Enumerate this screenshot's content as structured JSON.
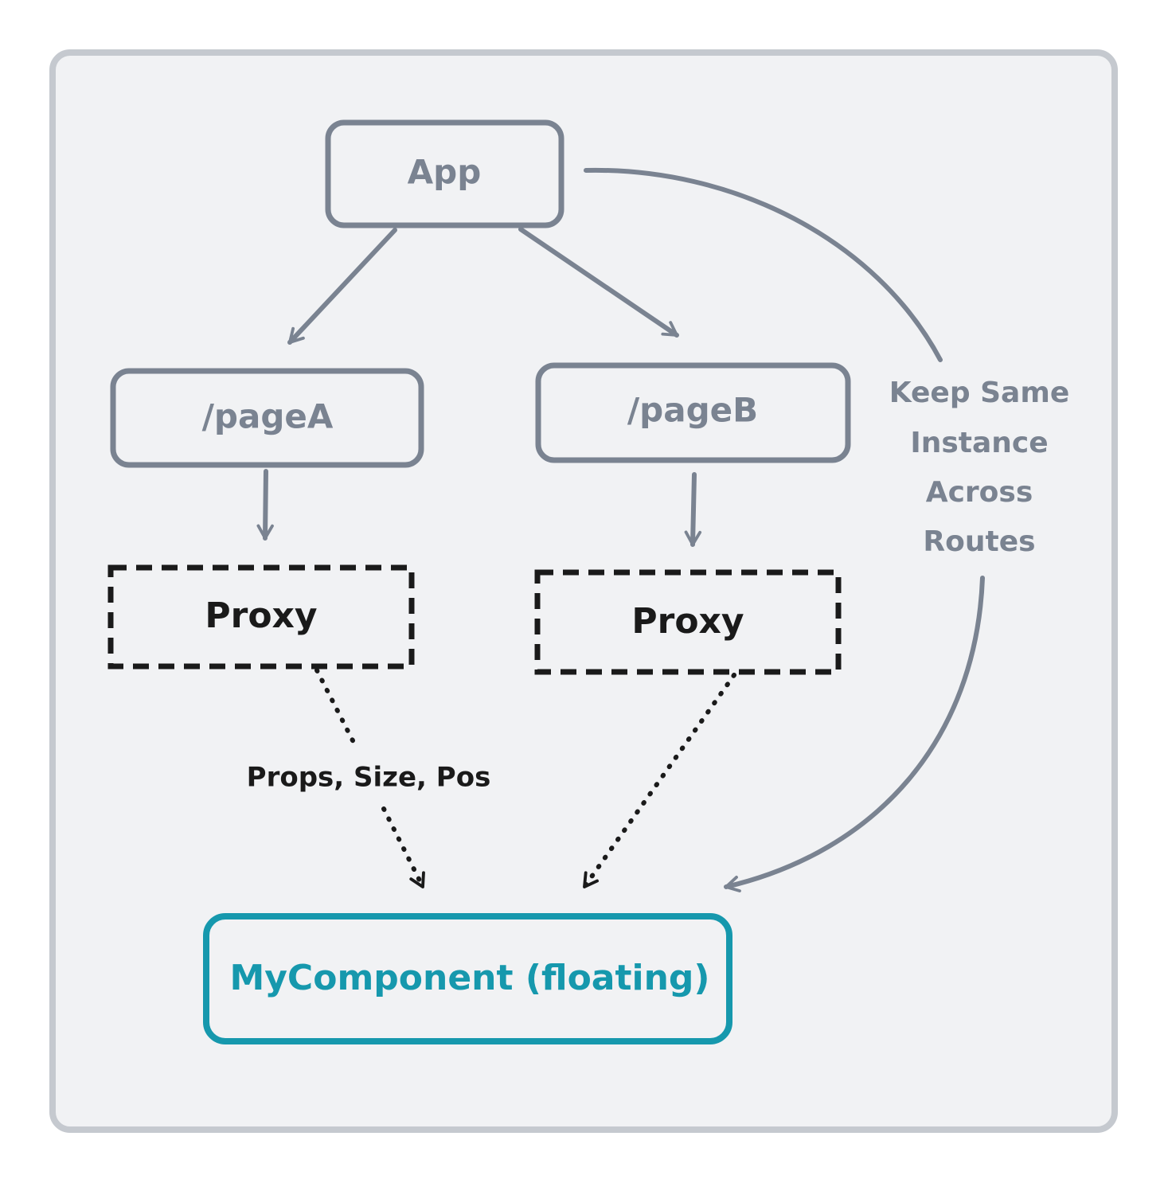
{
  "nodes": {
    "app": "App",
    "page_a": "/pageA",
    "page_b": "/pageB",
    "proxy_a": "Proxy",
    "proxy_b": "Proxy",
    "component": "MyComponent (floating)"
  },
  "edge_labels": {
    "props": "Props, Size, Pos",
    "keep_line1": "Keep Same",
    "keep_line2": "Instance",
    "keep_line3": "Across",
    "keep_line4": "Routes"
  },
  "colors": {
    "background": "#f1f2f4",
    "frame": "#c5c9cf",
    "node_stroke": "#7a8391",
    "node_text": "#7a8391",
    "proxy_stroke": "#1a1a1a",
    "component": "#1698ad"
  }
}
